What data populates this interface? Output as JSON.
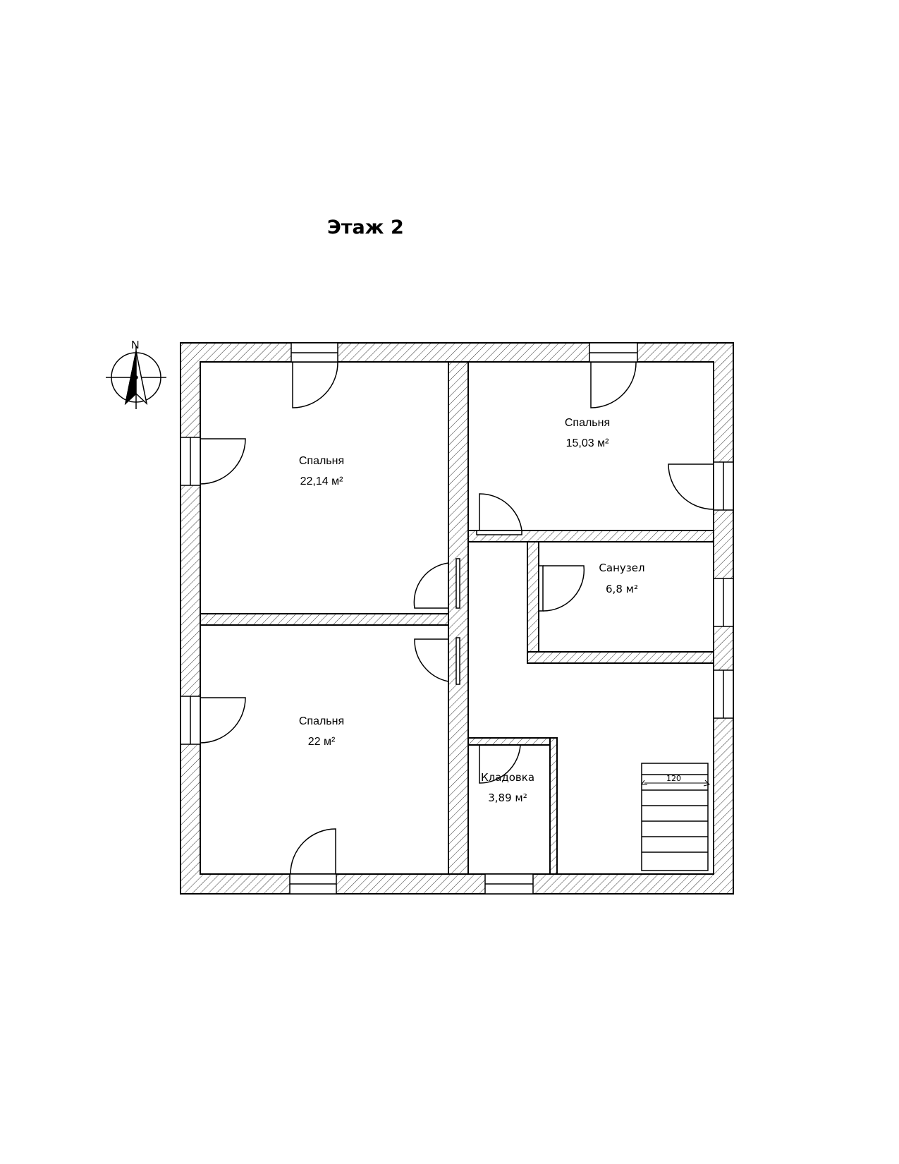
{
  "title": "Этаж 2",
  "compass": {
    "north_label": "N"
  },
  "rooms": [
    {
      "id": "bedroom-nw",
      "name": "Спальня",
      "area": "22,14 м²"
    },
    {
      "id": "bedroom-ne",
      "name": "Спальня",
      "area": "15,03 м²"
    },
    {
      "id": "bathroom",
      "name": "Санузел",
      "area": "6,8 м²"
    },
    {
      "id": "bedroom-sw",
      "name": "Спальня",
      "area": "22 м²"
    },
    {
      "id": "storage",
      "name": "Кладовка",
      "area": "3,89 м²"
    }
  ],
  "stair": {
    "width_label": "120"
  }
}
